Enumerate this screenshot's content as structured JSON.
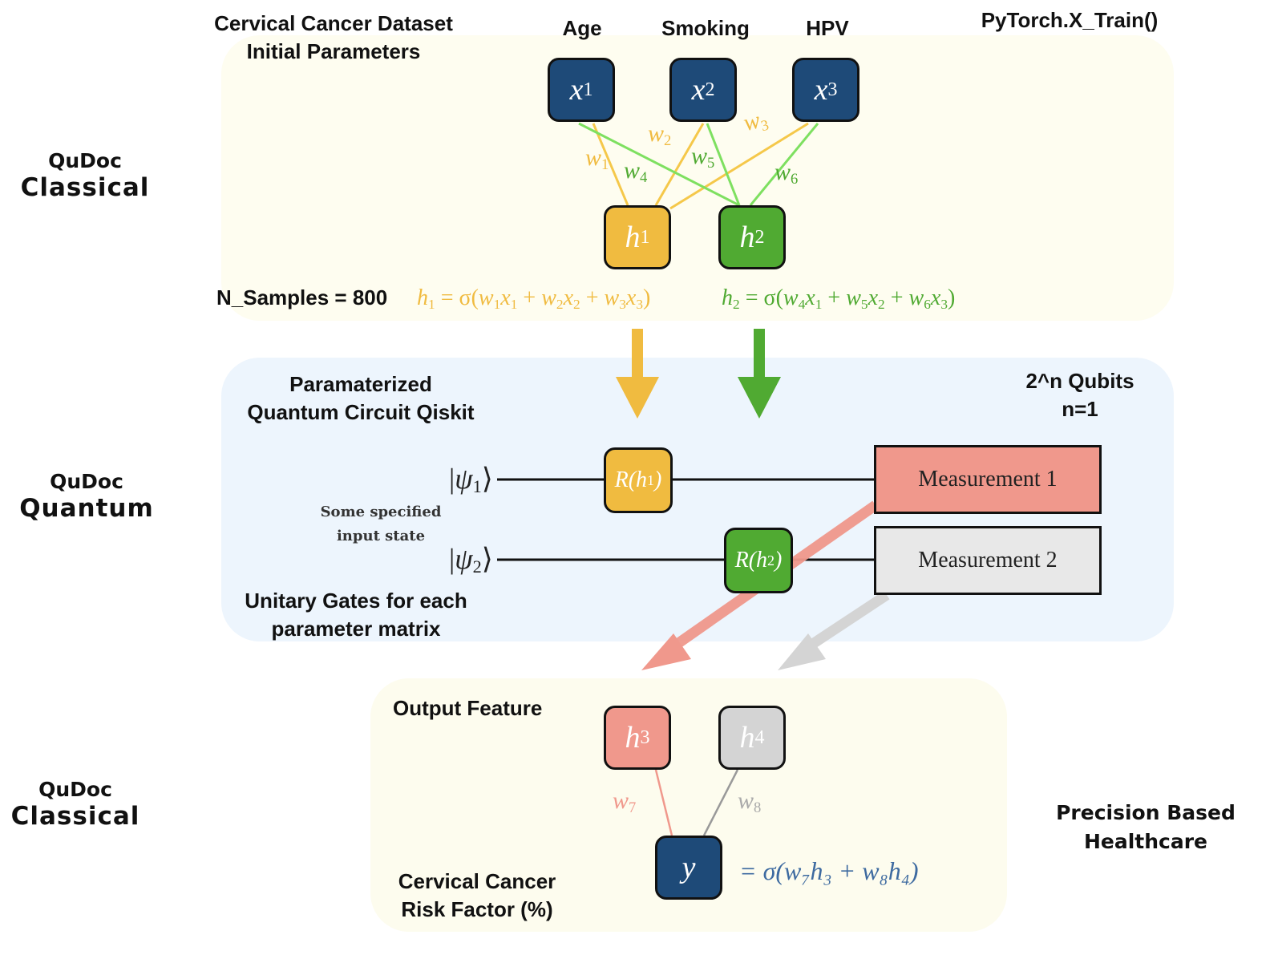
{
  "colors": {
    "input_node": "#1e4a78",
    "h1": "#f0bb40",
    "h2": "#50aa32",
    "h3": "#f0988c",
    "h4": "#d4d4d4",
    "w_yellow": "#f5c84a",
    "w_green": "#7ee060",
    "panel_classical": "#fefdf0",
    "panel_quantum": "#edf5fd",
    "formula_blue": "#3d6aa0"
  },
  "side_labels": [
    {
      "line1": "QuDoc",
      "line2": "Classical"
    },
    {
      "line1": "QuDoc",
      "line2": "Quantum"
    },
    {
      "line1": "QuDoc",
      "line2": "Classical"
    }
  ],
  "classical_top": {
    "dataset_title_line1": "Cervical Cancer Dataset",
    "dataset_title_line2": "Initial Parameters",
    "pytorch_label": "PyTorch.X_Train()",
    "n_samples": "N_Samples = 800",
    "inputs": [
      {
        "feature": "Age",
        "var": "x",
        "sub": "1"
      },
      {
        "feature": "Smoking",
        "var": "x",
        "sub": "2"
      },
      {
        "feature": "HPV",
        "var": "x",
        "sub": "3"
      }
    ],
    "hidden": [
      {
        "var": "h",
        "sub": "1"
      },
      {
        "var": "h",
        "sub": "2"
      }
    ],
    "weights": [
      "1",
      "2",
      "3",
      "4",
      "5",
      "6"
    ],
    "formula_h1": {
      "lhs": "h",
      "lhs_sub": "1",
      "terms": [
        [
          "w",
          "1",
          "x",
          "1"
        ],
        [
          "w",
          "2",
          "x",
          "2"
        ],
        [
          "w",
          "3",
          "x",
          "3"
        ]
      ]
    },
    "formula_h2": {
      "lhs": "h",
      "lhs_sub": "2",
      "terms": [
        [
          "w",
          "4",
          "x",
          "1"
        ],
        [
          "w",
          "5",
          "x",
          "2"
        ],
        [
          "w",
          "6",
          "x",
          "3"
        ]
      ]
    }
  },
  "quantum": {
    "title_line1": "Paramaterized",
    "title_line2": "Quantum Circuit Qiskit",
    "qubits_line1": "2^n Qubits",
    "qubits_line2": "n=1",
    "input_state_line1": "Some specified",
    "input_state_line2": "input state",
    "unitary_line1": "Unitary Gates for each",
    "unitary_line2": "parameter matrix",
    "states": [
      {
        "sym": "ψ",
        "sub": "1"
      },
      {
        "sym": "ψ",
        "sub": "2"
      }
    ],
    "gates": [
      {
        "r": "R(h",
        "sub": "1",
        "close": ")"
      },
      {
        "r": "R(h",
        "sub": "2",
        "close": ")"
      }
    ],
    "measurements": [
      "Measurement 1",
      "Measurement 2"
    ]
  },
  "classical_bottom": {
    "output_feature": "Output Feature",
    "risk_line1": "Cervical Cancer",
    "risk_line2": "Risk Factor (%)",
    "precision_line1": "Precision Based",
    "precision_line2": "Healthcare",
    "nodes": [
      {
        "var": "h",
        "sub": "3"
      },
      {
        "var": "h",
        "sub": "4"
      }
    ],
    "output_var": "y",
    "weights": [
      "7",
      "8"
    ],
    "formula": "= σ(w₇h₃ + w₈h₄)"
  }
}
